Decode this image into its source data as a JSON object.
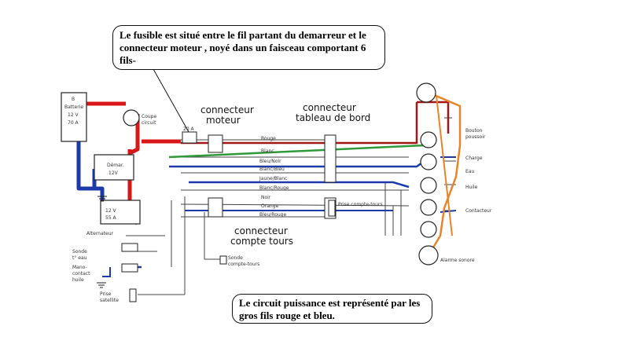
{
  "notes": {
    "fuse": "Le fusible est situé entre le fil partant du demarreur et le connecteur moteur , noyé dans un faisceau comportant 6 fils-",
    "power": "Le circuit puissance est représenté par les gros fils rouge et bleu."
  },
  "connectors": {
    "motor_line1": "connecteur",
    "motor_line2": "moteur",
    "dash_line1": "connecteur",
    "dash_line2": "tableau de bord",
    "tach_line1": "connecteur",
    "tach_line2": "compte tours"
  },
  "components": {
    "battery": [
      "B",
      "Batterie",
      "12 V",
      "70 A"
    ],
    "breaker_line1": "Coupe",
    "breaker_line2": "circuit",
    "fuse_label": "20 A",
    "starter_line1": "Démar.",
    "starter_line2": "12V",
    "alternator_inner": [
      "12 V",
      "55 A"
    ],
    "alternator_label": "Alternateur",
    "sender_temp": [
      "Sonde",
      "t° eau"
    ],
    "sender_oil": [
      "Mano-",
      "contact",
      "huile"
    ],
    "socket_power": [
      "Prise",
      "satellite"
    ],
    "socket_tach": "Prise compte-tours",
    "socket_tach_lower": [
      "Sonde",
      "compte-tours"
    ],
    "gauge_labels": [
      "Bouton",
      "poussoir",
      "Charge",
      "Eau",
      "Huile",
      "Contacteur",
      "Alarme sonore"
    ]
  },
  "wires": [
    "Rouge",
    "Blanc",
    "Bleu/Noir",
    "Blanc/Bleu",
    "Jaune/Blanc",
    "Blanc/Rouge",
    "Noir",
    "Orange",
    "Bleu/Rouge"
  ],
  "colors": {
    "power_red": "#d81818",
    "power_blue": "#1c3aa8",
    "wire_green": "#2e9a3a",
    "wire_orange": "#e8842a",
    "wire_dark_red": "#a01818",
    "line_black": "#222222"
  }
}
